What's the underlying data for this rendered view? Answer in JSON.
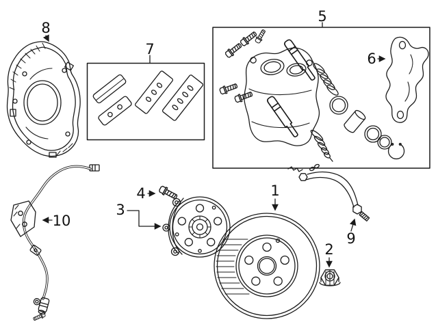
{
  "canvas": {
    "background_color": "#ffffff",
    "ink_color": "#1a1a1a"
  },
  "diagram": {
    "type": "exploded-parts-diagram",
    "callouts": [
      {
        "label": "1"
      },
      {
        "label": "2"
      },
      {
        "label": "3"
      },
      {
        "label": "4"
      },
      {
        "label": "5"
      },
      {
        "label": "6"
      },
      {
        "label": "7"
      },
      {
        "label": "8"
      },
      {
        "label": "9"
      },
      {
        "label": "10"
      }
    ]
  }
}
